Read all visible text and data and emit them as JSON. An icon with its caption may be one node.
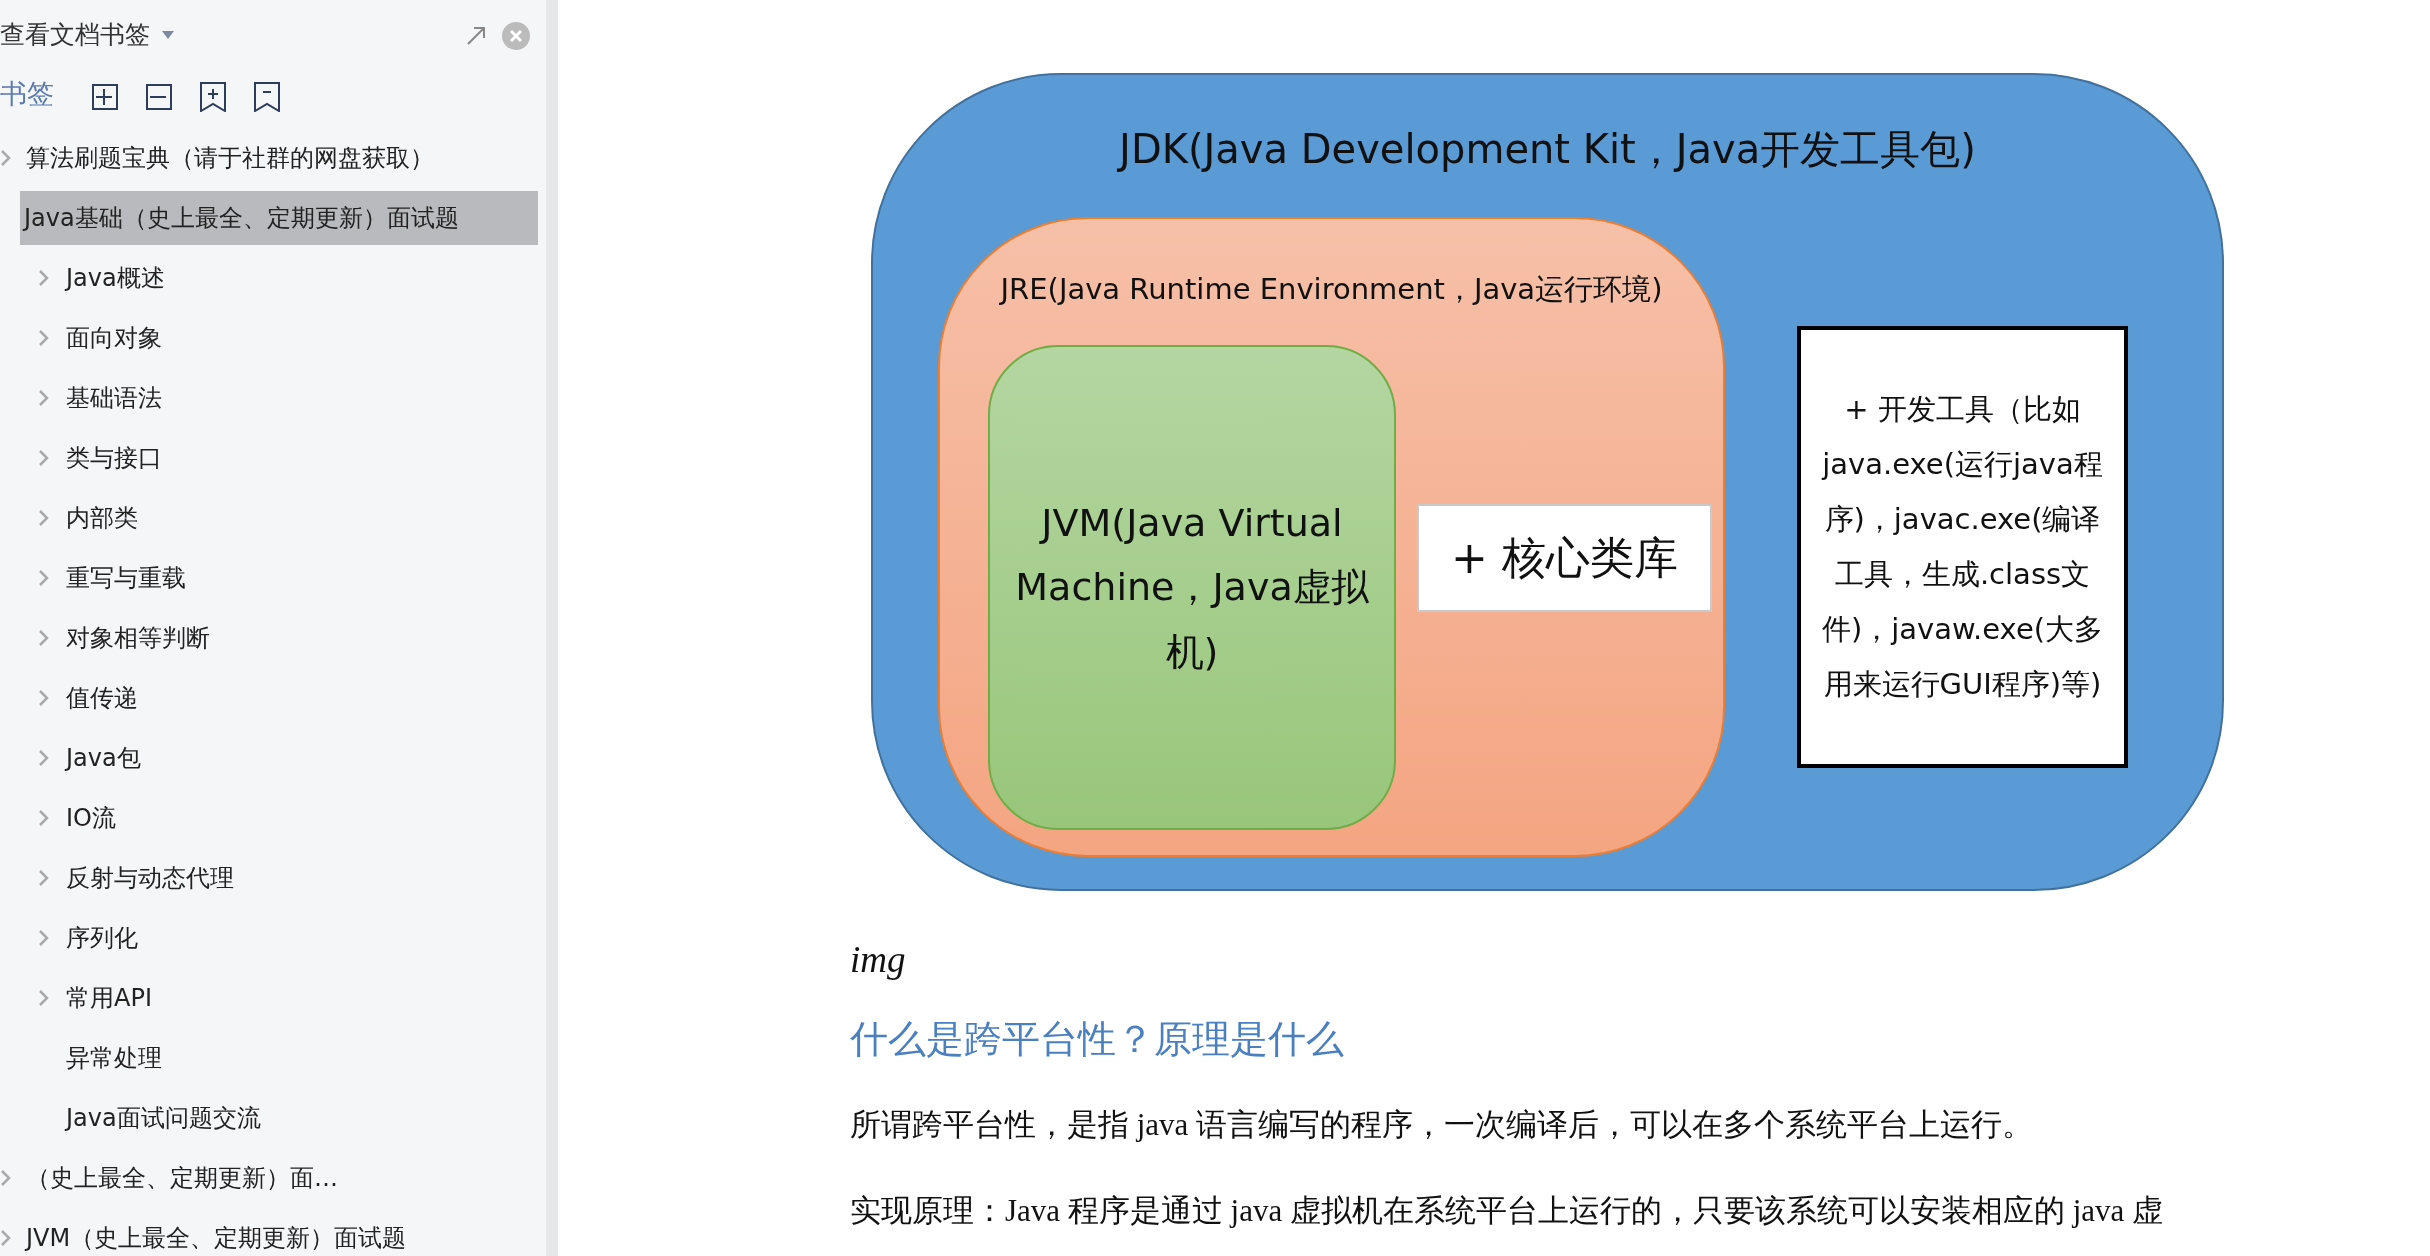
{
  "diagram": {
    "nodes": [
      {
        "text": [
          "JDK(Java Development Kit，Java开发工具包)"
        ]
      },
      {
        "text": [
          "JRE(Java Runtime Environment，Java运行环境)"
        ],
        "in": 0
      },
      {
        "text": [
          "JVM(Java Virtual Machine，Java虚拟机)"
        ],
        "in": 1
      },
      {
        "text": [
          "+ 核心类库"
        ],
        "in": 1
      },
      {
        "text": [
          "+ 开发工具（比如java.exe(运行java程序)，javac.exe(编译工具，生成.class文件)，javaw.exe(大多用来运行GUI程序)等)"
        ],
        "in": 0
      }
    ],
    "labels": [
      "查看文档书签",
      "书签",
      "算法刷题宝典（请于社群的网盘获取）",
      "Java基础（史上最全、定期更新）面试题",
      "Java概述",
      "面向对象",
      "基础语法",
      "类与接口",
      "内部类",
      "重写与重载",
      "对象相等判断",
      "值传递",
      "Java包",
      "IO流",
      "反射与动态代理",
      "序列化",
      "常用API",
      "异常处理",
      "Java面试问题交流",
      "（史上最全、定期更新）面…",
      "JVM（史上最全、定期更新）面试题",
      "img",
      "什么是跨平台性？原理是什么",
      "所谓跨平台性，是指 java 语言编写的程序，一次编译后，可以在多个系统平台上运行。",
      "实现原理：Java 程序是通过 java 虚拟机在系统平台上运行的，只要该系统可以安装相应的 java 虚"
    ]
  }
}
